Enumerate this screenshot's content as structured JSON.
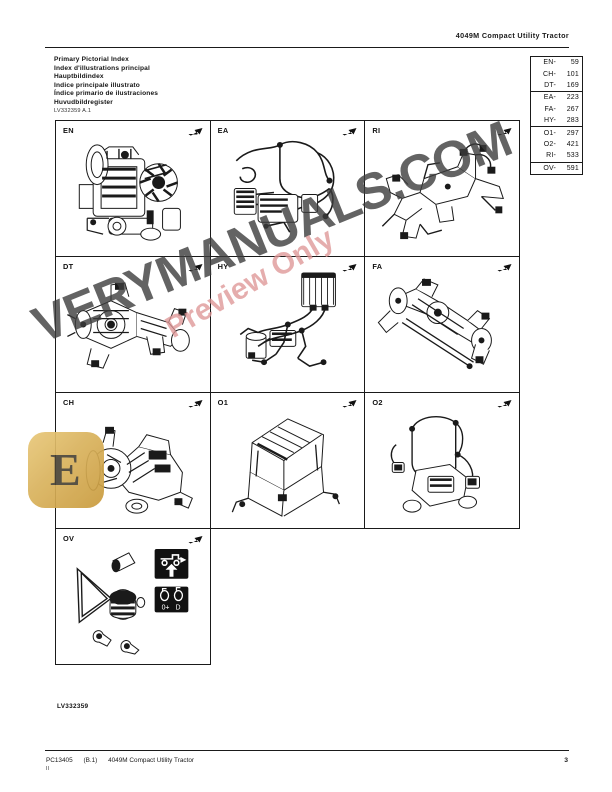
{
  "header": {
    "title": "4049M Compact Utility Tractor"
  },
  "title_block": {
    "lines": [
      "Primary Pictorial Index",
      "Index d'illustrations principal",
      "Hauptbildindex",
      "Indice principale illustrato",
      "Índice primario de ilustraciones",
      "Huvudbildregister"
    ],
    "doc_code": "LV332359 A.1"
  },
  "index_table": {
    "groups": [
      {
        "rows": [
          {
            "code": "EN-",
            "page": "59"
          },
          {
            "code": "CH-",
            "page": "101"
          },
          {
            "code": "DT-",
            "page": "169"
          }
        ]
      },
      {
        "rows": [
          {
            "code": "EA-",
            "page": "223"
          },
          {
            "code": "FA-",
            "page": "267"
          },
          {
            "code": "HY-",
            "page": "283"
          }
        ]
      },
      {
        "rows": [
          {
            "code": "O1-",
            "page": "297"
          },
          {
            "code": "O2-",
            "page": "421"
          },
          {
            "code": "RI-",
            "page": "533"
          }
        ]
      },
      {
        "rows": [
          {
            "code": "OV-",
            "page": "591"
          }
        ]
      }
    ]
  },
  "grid": {
    "arrow_icon": "arrow-pointer-icon",
    "caption": "LV332359",
    "cells": [
      {
        "label": "EN",
        "art": "engine",
        "has_arrow": true
      },
      {
        "label": "EA",
        "art": "electrical-harness",
        "has_arrow": true
      },
      {
        "label": "RI",
        "art": "rear-implement",
        "has_arrow": true
      },
      {
        "label": "DT",
        "art": "drivetrain",
        "has_arrow": true
      },
      {
        "label": "HY",
        "art": "hydraulics",
        "has_arrow": true
      },
      {
        "label": "FA",
        "art": "front-axle",
        "has_arrow": true
      },
      {
        "label": "CH",
        "art": "chassis",
        "has_arrow": true
      },
      {
        "label": "O1",
        "art": "operator-station",
        "has_arrow": true
      },
      {
        "label": "O2",
        "art": "operator-controls",
        "has_arrow": true
      },
      {
        "label": "OV",
        "art": "service-parts",
        "has_arrow": true
      }
    ]
  },
  "footer": {
    "doc_number": "PC13405",
    "revision": "(B.1)",
    "model": "4049M Compact Utility Tractor",
    "sub": "II",
    "page": "3"
  },
  "watermark": {
    "main": "VERYMANUALS.COM",
    "sub": "Preview Only",
    "main_color": "#3c3c3c",
    "sub_color": "#de9696",
    "logo_glyph": "E"
  }
}
